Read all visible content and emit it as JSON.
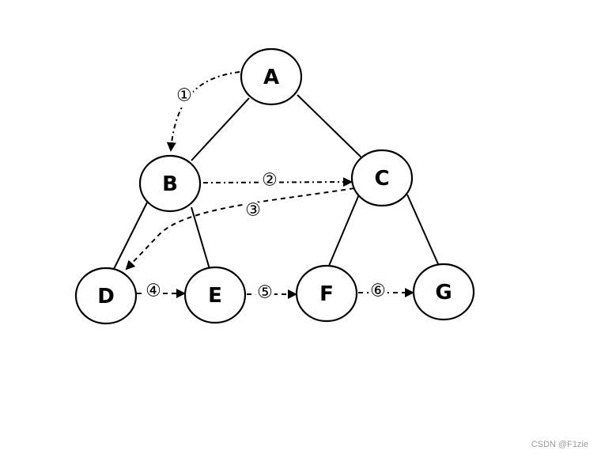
{
  "diagram": {
    "nodes": [
      "A",
      "B",
      "C",
      "D",
      "E",
      "F",
      "G"
    ],
    "tree_edges": [
      [
        "A",
        "B"
      ],
      [
        "A",
        "C"
      ],
      [
        "B",
        "D"
      ],
      [
        "B",
        "E"
      ],
      [
        "C",
        "F"
      ],
      [
        "C",
        "G"
      ]
    ],
    "traversal_steps": [
      {
        "label": "①",
        "from": "A",
        "to": "B"
      },
      {
        "label": "②",
        "from": "B",
        "to": "C"
      },
      {
        "label": "③",
        "from": "C",
        "to": "D"
      },
      {
        "label": "④",
        "from": "D",
        "to": "E"
      },
      {
        "label": "⑤",
        "from": "E",
        "to": "F"
      },
      {
        "label": "⑥",
        "from": "F",
        "to": "G"
      }
    ],
    "colors": {
      "stroke": "#000000",
      "background": "#ffffff"
    }
  },
  "watermark": "CSDN @F1zie"
}
